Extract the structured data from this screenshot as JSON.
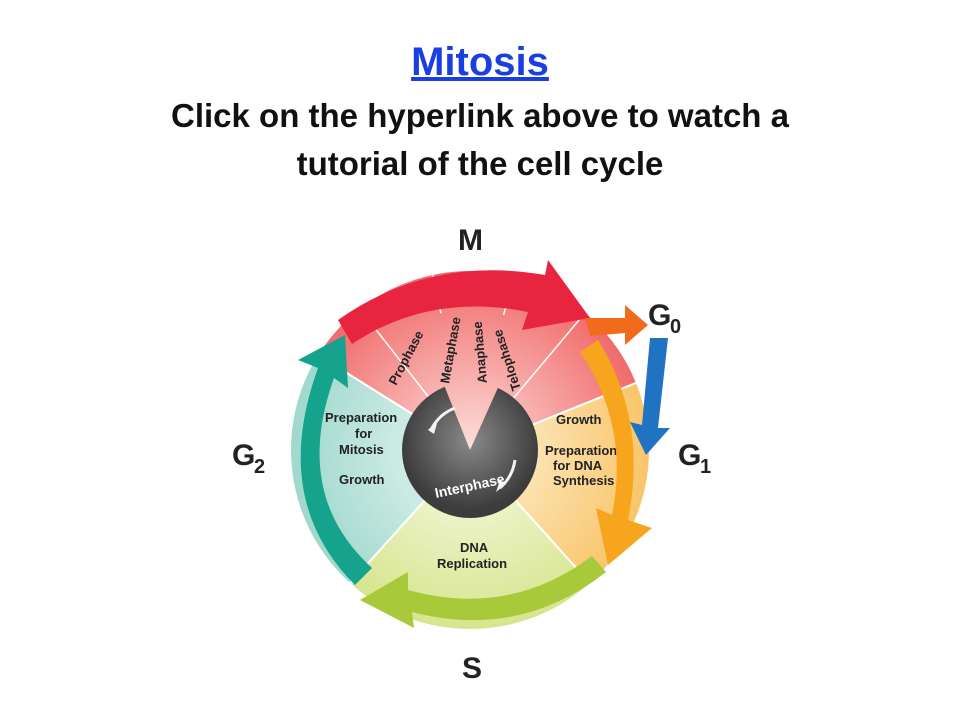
{
  "header": {
    "link_text": "Mitosis",
    "subtitle_line1": "Click on the hyperlink above to watch a",
    "subtitle_line2": "tutorial of the cell cycle"
  },
  "diagram": {
    "phases": {
      "m": "M",
      "g0": "G",
      "g0_sub": "0",
      "g1": "G",
      "g1_sub": "1",
      "g2": "G",
      "g2_sub": "2",
      "s": "S"
    },
    "mitosis_stages": [
      "Prophase",
      "Metaphase",
      "Anaphase",
      "Telophase"
    ],
    "g1_labels": [
      "Growth",
      "Preparation",
      "for DNA",
      "Synthesis"
    ],
    "g2_labels": [
      "Preparation",
      "for",
      "Mitosis",
      "Growth"
    ],
    "s_labels": [
      "DNA",
      "Replication"
    ],
    "center_label": "Interphase",
    "colors": {
      "m_arrow": "#e8253f",
      "g0_arrow": "#f26a1b",
      "g0_down_arrow": "#1f73c2",
      "g1_arrow": "#f7a51c",
      "s_arrow": "#a8c93a",
      "g2_arrow": "#16a38d",
      "m_wedge": "#f47e7c",
      "g1_wedge": "#fbd38d",
      "s_wedge": "#e3ecae",
      "g2_wedge": "#bde3dc",
      "center": "#555555"
    }
  }
}
